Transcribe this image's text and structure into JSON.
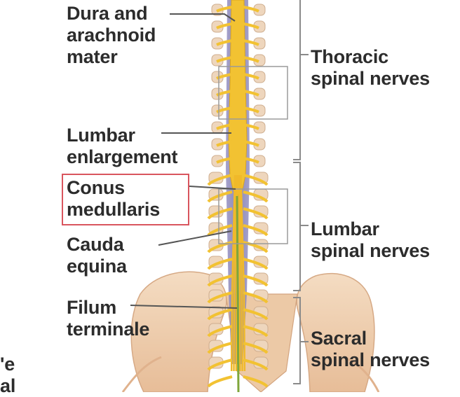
{
  "labels": {
    "dura_and_arachnoid_mater": "Dura and\narachnoid\nmater",
    "lumbar_enlargement": "Lumbar\nenlargement",
    "conus_medullaris": "Conus\nmedullaris",
    "cauda_equina": "Cauda\nequina",
    "filum_terminale": "Filum\nterminale",
    "thoracic_spinal_nerves": "Thoracic\nspinal nerves",
    "lumbar_spinal_nerves": "Lumbar\nspinal nerves",
    "sacral_spinal_nerves": "Sacral\nspinal nerves",
    "cropped_left_text": "'e\nal"
  },
  "colors": {
    "highlight_box": "#d9555e",
    "nerve_yellow": "#f2c232",
    "cord_purple": "#8a86b8",
    "bone": "#f1d2b4",
    "filum_green": "#7fa63a",
    "label_text": "#2c2c2c"
  }
}
